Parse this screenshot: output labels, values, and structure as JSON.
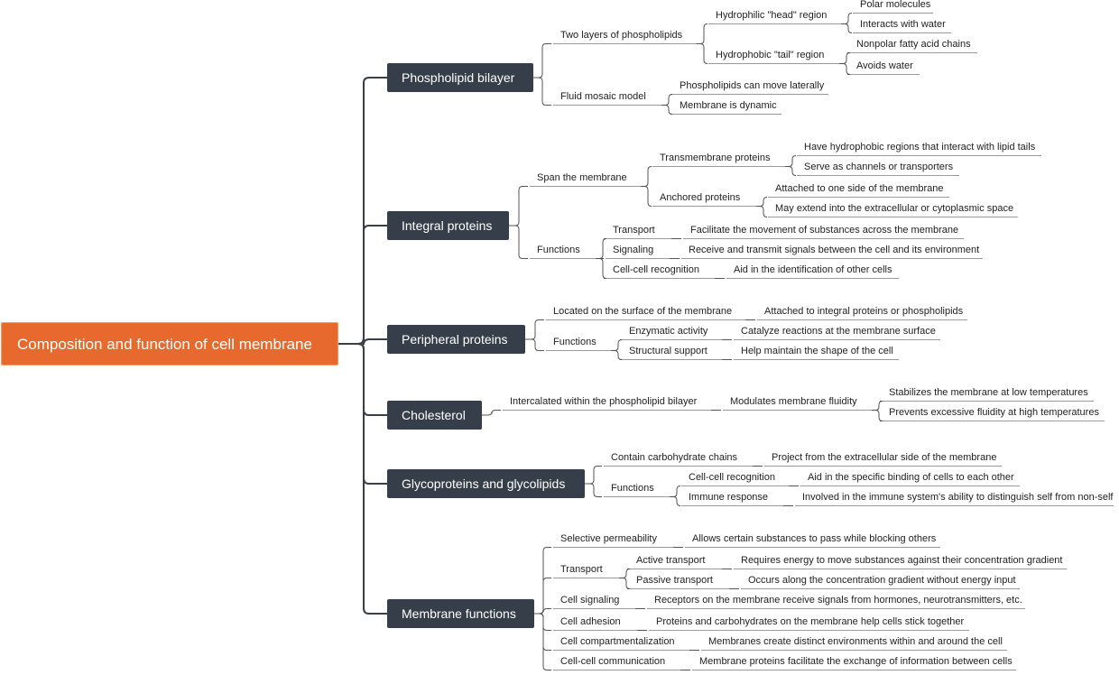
{
  "root": {
    "label": "Composition and function of cell membrane"
  },
  "branches": [
    {
      "label": "Phospholipid bilayer",
      "children": [
        {
          "label": "Two layers of phospholipids",
          "children": [
            {
              "label": "Hydrophilic \"head\" region",
              "children": [
                {
                  "label": "Polar molecules"
                },
                {
                  "label": "Interacts with water"
                }
              ]
            },
            {
              "label": "Hydrophobic \"tail\" region",
              "children": [
                {
                  "label": "Nonpolar fatty acid chains"
                },
                {
                  "label": "Avoids water"
                }
              ]
            }
          ]
        },
        {
          "label": "Fluid mosaic model",
          "children": [
            {
              "label": "Phospholipids can move laterally"
            },
            {
              "label": "Membrane is dynamic"
            }
          ]
        }
      ]
    },
    {
      "label": "Integral proteins",
      "children": [
        {
          "label": "Span the membrane",
          "children": [
            {
              "label": "Transmembrane proteins",
              "children": [
                {
                  "label": "Have hydrophobic regions that interact with lipid tails"
                },
                {
                  "label": "Serve as channels or transporters"
                }
              ]
            },
            {
              "label": "Anchored proteins",
              "children": [
                {
                  "label": "Attached to one side of the membrane"
                },
                {
                  "label": "May extend into the extracellular or cytoplasmic space"
                }
              ]
            }
          ]
        },
        {
          "label": "Functions",
          "children": [
            {
              "label": "Transport",
              "children": [
                {
                  "label": "Facilitate the movement of substances across the membrane"
                }
              ]
            },
            {
              "label": "Signaling",
              "children": [
                {
                  "label": "Receive and transmit signals between the cell and its environment"
                }
              ]
            },
            {
              "label": "Cell-cell recognition",
              "children": [
                {
                  "label": "Aid in the identification of other cells"
                }
              ]
            }
          ]
        }
      ]
    },
    {
      "label": "Peripheral proteins",
      "children": [
        {
          "label": "Located on the surface of the membrane",
          "children": [
            {
              "label": "Attached to integral proteins or phospholipids"
            }
          ]
        },
        {
          "label": "Functions",
          "children": [
            {
              "label": "Enzymatic activity",
              "children": [
                {
                  "label": "Catalyze reactions at the membrane surface"
                }
              ]
            },
            {
              "label": "Structural support",
              "children": [
                {
                  "label": "Help maintain the shape of the cell"
                }
              ]
            }
          ]
        }
      ]
    },
    {
      "label": "Cholesterol",
      "children": [
        {
          "label": "Intercalated within the phospholipid bilayer",
          "children": [
            {
              "label": "Modulates membrane fluidity",
              "children": [
                {
                  "label": "Stabilizes the membrane at low temperatures"
                },
                {
                  "label": "Prevents excessive fluidity at high temperatures"
                }
              ]
            }
          ]
        }
      ]
    },
    {
      "label": "Glycoproteins and glycolipids",
      "children": [
        {
          "label": "Contain carbohydrate chains",
          "children": [
            {
              "label": "Project from the extracellular side of the membrane"
            }
          ]
        },
        {
          "label": "Functions",
          "children": [
            {
              "label": "Cell-cell recognition",
              "children": [
                {
                  "label": "Aid in the specific binding of cells to each other"
                }
              ]
            },
            {
              "label": "Immune response",
              "children": [
                {
                  "label": "Involved in the immune system's ability to distinguish self from non-self"
                }
              ]
            }
          ]
        }
      ]
    },
    {
      "label": "Membrane functions",
      "children": [
        {
          "label": "Selective permeability",
          "children": [
            {
              "label": "Allows certain substances to pass while blocking others"
            }
          ]
        },
        {
          "label": "Transport",
          "children": [
            {
              "label": "Active transport",
              "children": [
                {
                  "label": "Requires energy to move substances against their concentration gradient"
                }
              ]
            },
            {
              "label": "Passive transport",
              "children": [
                {
                  "label": "Occurs along the concentration gradient without energy input"
                }
              ]
            }
          ]
        },
        {
          "label": "Cell signaling",
          "children": [
            {
              "label": "Receptors on the membrane receive signals from hormones, neurotransmitters, etc."
            }
          ]
        },
        {
          "label": "Cell adhesion",
          "children": [
            {
              "label": "Proteins and carbohydrates on the membrane help cells stick together"
            }
          ]
        },
        {
          "label": "Cell compartmentalization",
          "children": [
            {
              "label": "Membranes create distinct environments within and around the cell"
            }
          ]
        },
        {
          "label": "Cell-cell communication",
          "children": [
            {
              "label": "Membrane proteins facilitate the exchange of information between cells"
            }
          ]
        }
      ]
    }
  ],
  "colors": {
    "root": "#e8692e",
    "branch": "#363f49",
    "line": "#555555",
    "leaf_underline": "#9a9a9a"
  }
}
